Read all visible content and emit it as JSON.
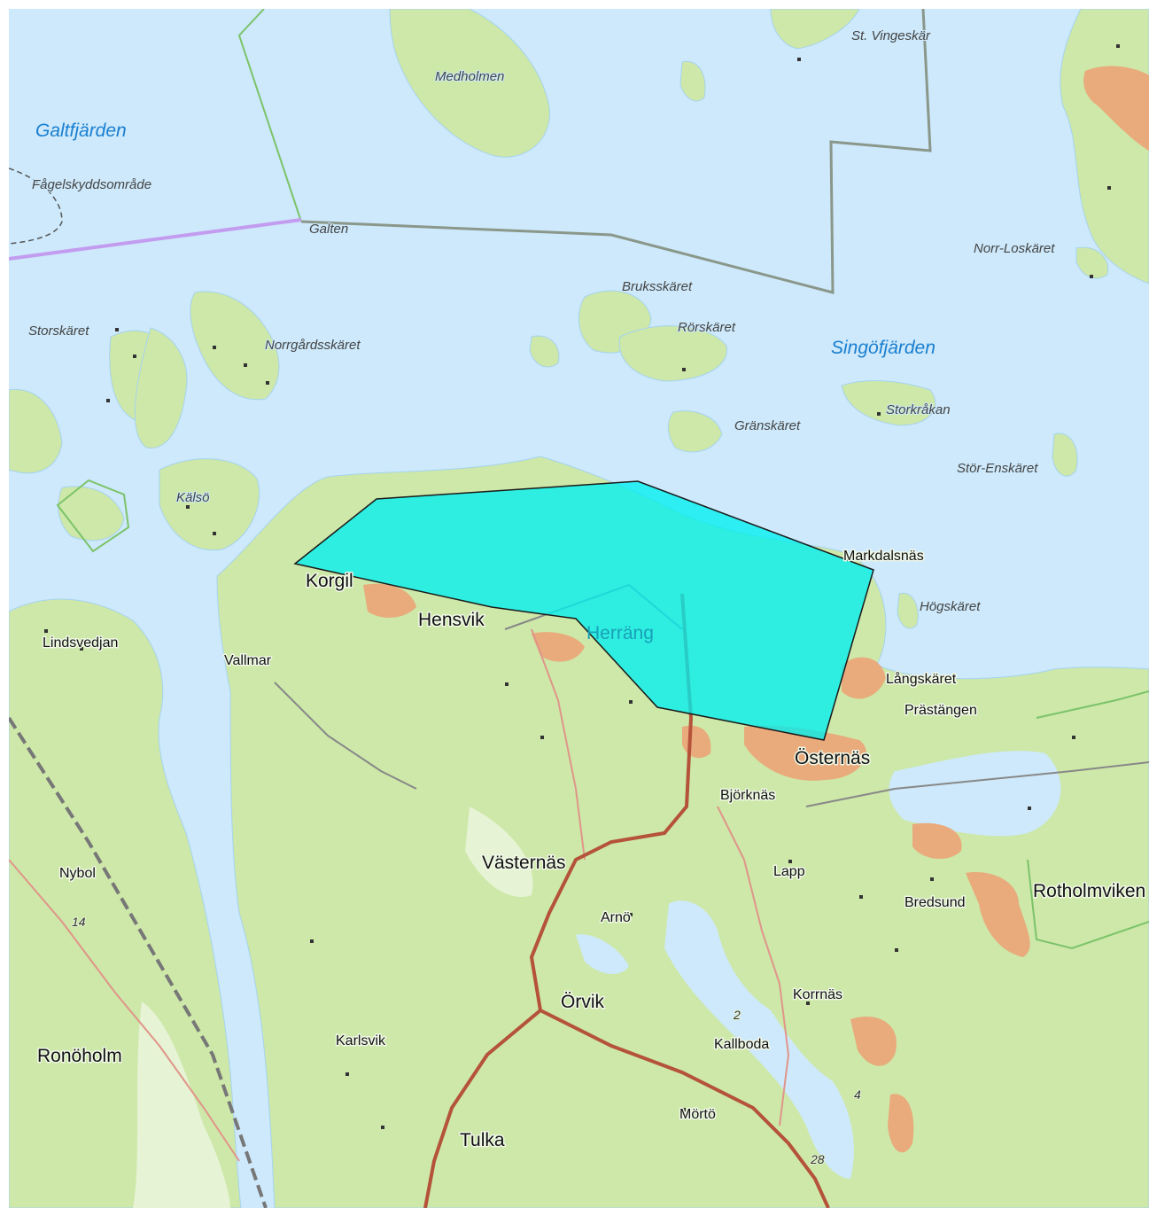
{
  "colors": {
    "water": "#cde9fb",
    "land": "#cde8a8",
    "forest_light": "#e6f3d4",
    "urban": "#e9aa7c",
    "highlight": "#00f0f0",
    "road_main": "#b5523a",
    "road_minor": "#e0958a",
    "boundary_grey": "#8a978a",
    "boundary_green": "#7cc36a",
    "boundary_purple": "#c39cf0"
  },
  "labels": {
    "water": [
      "Galtfjärden",
      "Singöfjärden"
    ],
    "islands": [
      "Medholmen",
      "St. Vingeskär",
      "Fågelskyddsområde",
      "Galten",
      "Bruksskäret",
      "Rörskäret",
      "Norr-Loskäret",
      "Storskäret",
      "Norrgårdsskäret",
      "Storkråkan",
      "Gränskäret",
      "Stör-Enskäret",
      "Kälsö",
      "Högskäret"
    ],
    "places": [
      "Korgil",
      "Hensvik",
      "Herräng",
      "Markdalsnäs",
      "Lindsvedjan",
      "Vallmar",
      "Långskäret",
      "Prästängen",
      "Östernäs",
      "Björknäs",
      "Västernäs",
      "Lapp",
      "Nybol",
      "Rotholmviken",
      "Bredsund",
      "Arnö",
      "Örvik",
      "Korrnäs",
      "Kallboda",
      "Karlsvik",
      "Ronöholm",
      "Mörtö",
      "Tulka"
    ],
    "road_numbers": [
      "14",
      "2",
      "4",
      "28"
    ]
  }
}
